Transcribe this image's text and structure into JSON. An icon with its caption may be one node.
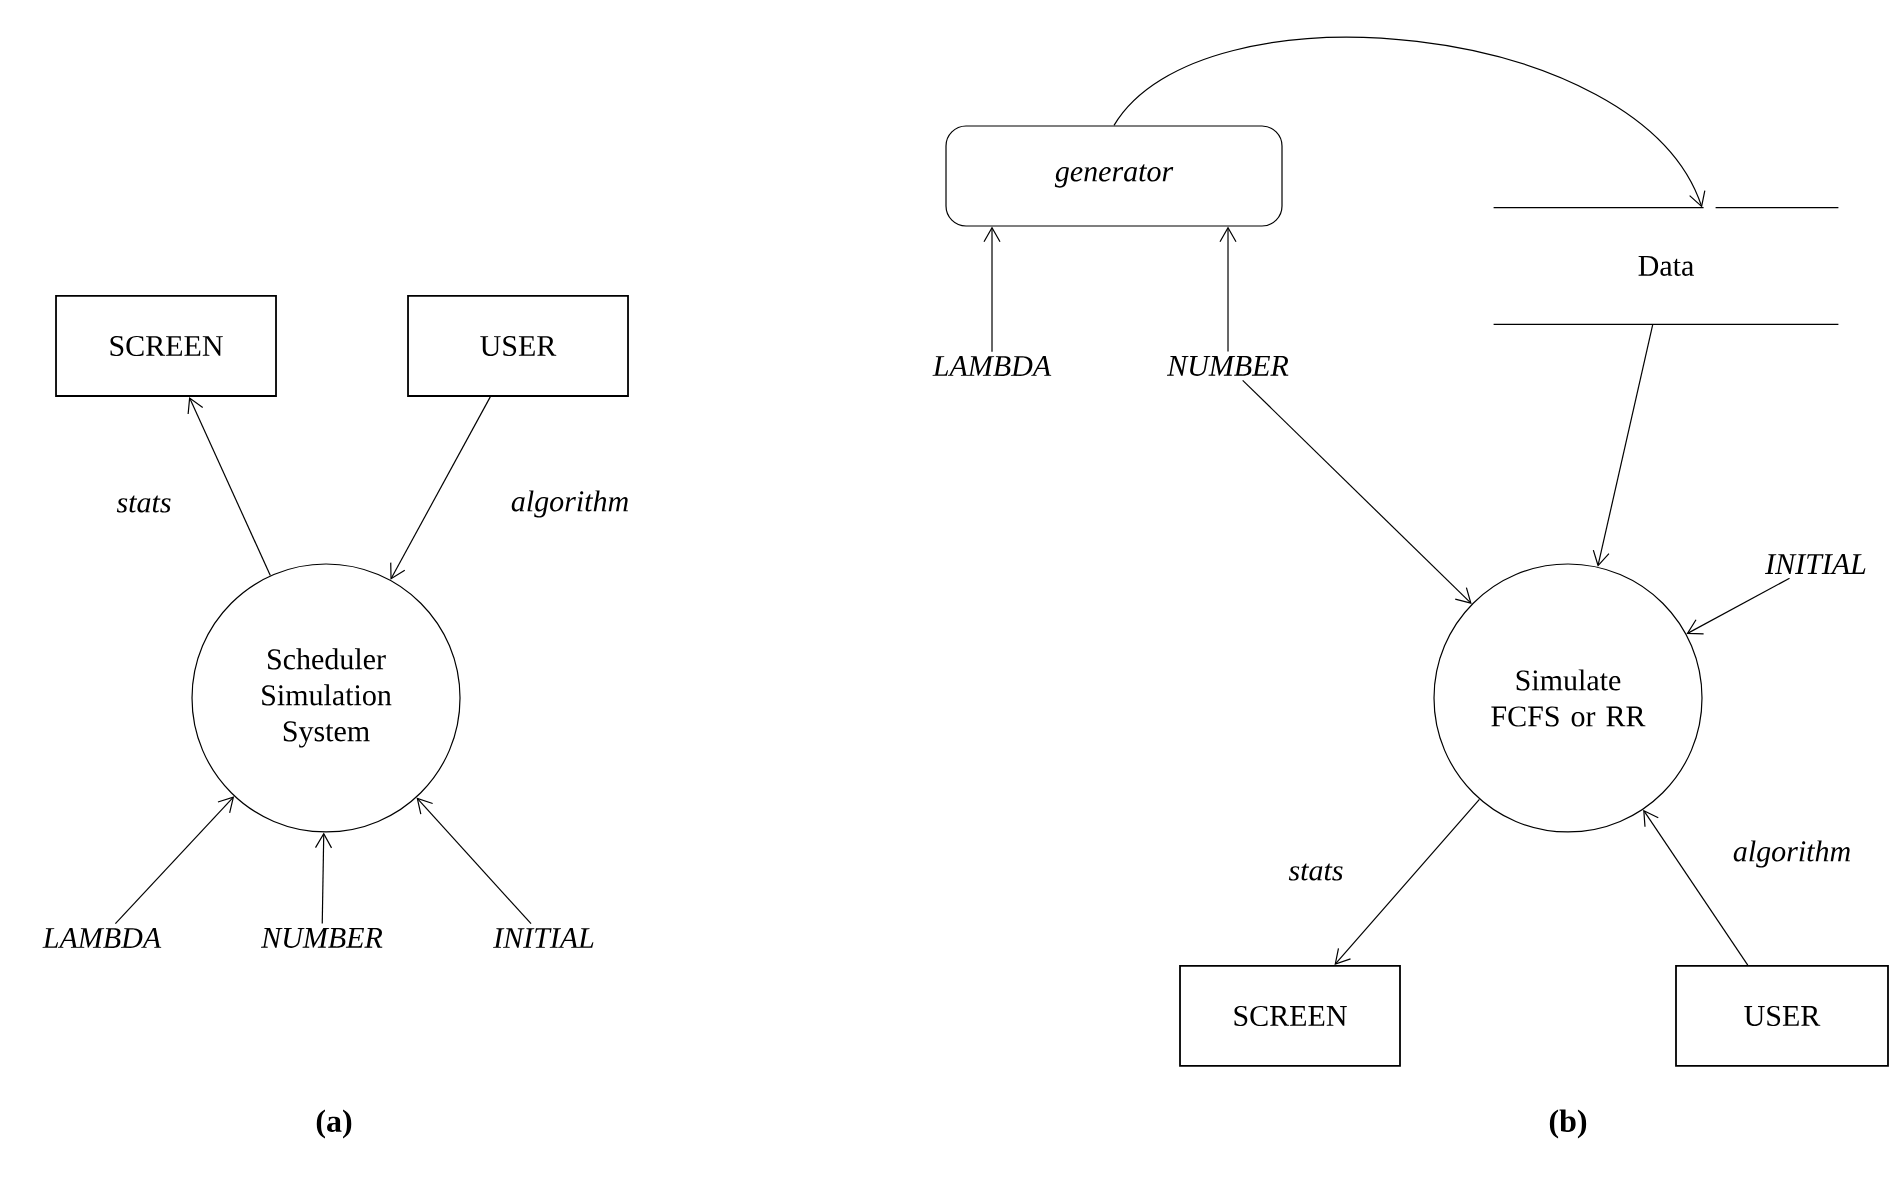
{
  "diagram": {
    "nodes": [
      {
        "text": [
          "SCREEN"
        ]
      },
      {
        "text": [
          "USER"
        ]
      },
      {
        "text": [
          "Scheduler Simulation System"
        ]
      },
      {
        "text": [
          "LAMBDA"
        ]
      },
      {
        "text": [
          "NUMBER"
        ]
      },
      {
        "text": [
          "INITIAL"
        ]
      },
      {
        "text": [
          "generator"
        ]
      },
      {
        "text": [
          "LAMBDA"
        ]
      },
      {
        "text": [
          "NUMBER"
        ]
      },
      {
        "text": [
          "Data"
        ]
      },
      {
        "text": [
          "Simulate FCFS or RR"
        ]
      },
      {
        "text": [
          "INITIAL"
        ]
      },
      {
        "text": [
          "SCREEN"
        ]
      },
      {
        "text": [
          "USER"
        ]
      }
    ],
    "edges": [
      {
        "from": 2,
        "to": 0,
        "arrow": "to",
        "label": "stats"
      },
      {
        "from": 1,
        "to": 2,
        "arrow": "to",
        "label": "algorithm"
      },
      {
        "from": 3,
        "to": 2,
        "arrow": "to"
      },
      {
        "from": 4,
        "to": 2,
        "arrow": "to"
      },
      {
        "from": 5,
        "to": 2,
        "arrow": "to"
      },
      {
        "from": 7,
        "to": 6,
        "arrow": "to"
      },
      {
        "from": 8,
        "to": 6,
        "arrow": "to"
      },
      {
        "from": 6,
        "to": 9,
        "arrow": "to"
      },
      {
        "from": 9,
        "to": 10,
        "arrow": "to"
      },
      {
        "from": 8,
        "to": 10,
        "arrow": "to"
      },
      {
        "from": 11,
        "to": 10,
        "arrow": "to"
      },
      {
        "from": 10,
        "to": 12,
        "arrow": "to",
        "label": "stats"
      },
      {
        "from": 13,
        "to": 10,
        "arrow": "to",
        "label": "algorithm"
      }
    ],
    "labels": [
      "(a)",
      "(b)"
    ]
  }
}
